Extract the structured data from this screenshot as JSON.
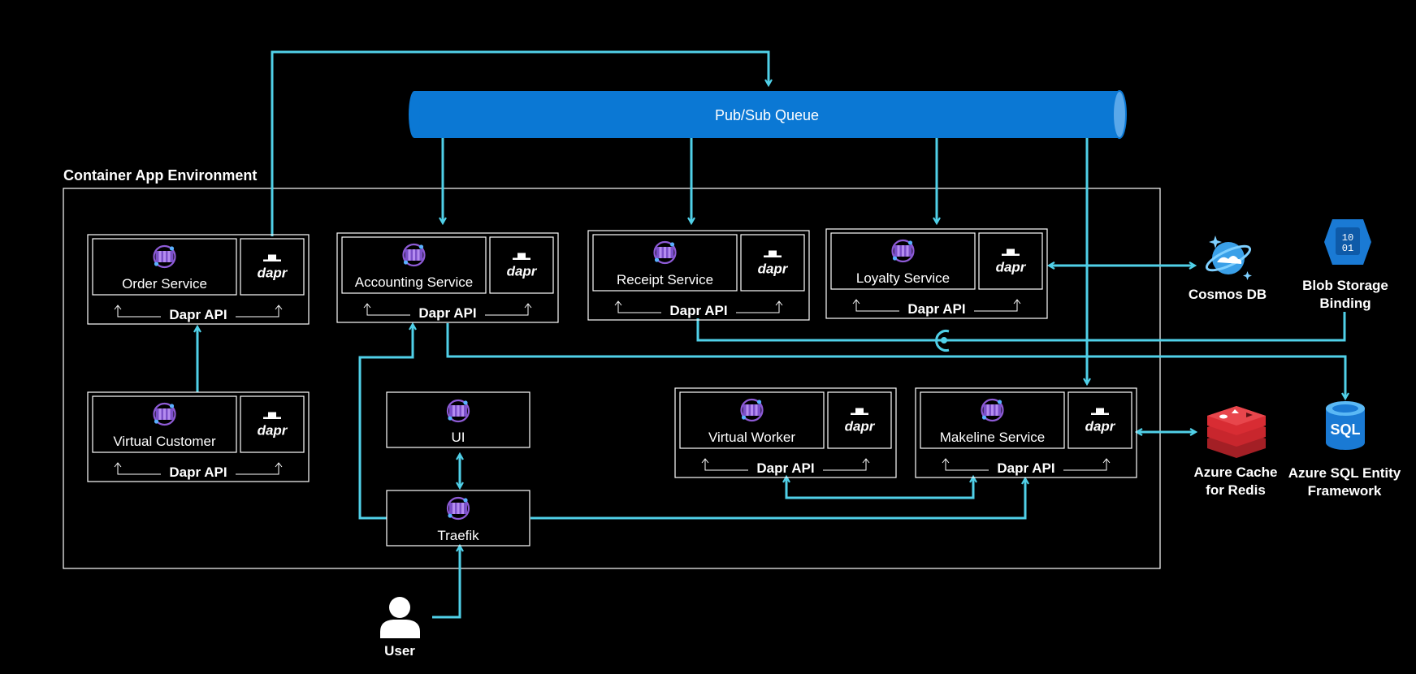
{
  "environment": {
    "label": "Container App Environment"
  },
  "queue": {
    "label": "Pub/Sub Queue",
    "color": "#0b78d4"
  },
  "services": [
    {
      "id": "order",
      "name": "Order Service",
      "api": "Dapr API"
    },
    {
      "id": "accounting",
      "name": "Accounting Service",
      "api": "Dapr API"
    },
    {
      "id": "receipt",
      "name": "Receipt Service",
      "api": "Dapr API"
    },
    {
      "id": "loyalty",
      "name": "Loyalty Service",
      "api": "Dapr API"
    },
    {
      "id": "customer",
      "name": "Virtual Customer",
      "api": "Dapr API"
    },
    {
      "id": "worker",
      "name": "Virtual Worker",
      "api": "Dapr API"
    },
    {
      "id": "makeline",
      "name": "Makeline Service",
      "api": "Dapr API"
    }
  ],
  "dapr_logo_text": "dapr",
  "ui": {
    "label": "UI"
  },
  "traefik": {
    "label": "Traefik"
  },
  "user": {
    "label": "User"
  },
  "externals": {
    "cosmos": {
      "line1": "Cosmos DB",
      "line2": ""
    },
    "blob": {
      "line1": "Blob Storage",
      "line2": "Binding",
      "glyph": "10\n01"
    },
    "redis": {
      "line1": "Azure Cache",
      "line2": "for Redis"
    },
    "sql": {
      "line1": "Azure SQL Entity",
      "line2": "Framework",
      "glyph": "SQL"
    }
  },
  "colors": {
    "connector": "#50d0e8",
    "container_icon": "#8e5bd6",
    "redis": "#c8262d",
    "sql": "#1a7ad4",
    "blob": "#1a7ad4",
    "cosmos": "#3aa0e8"
  }
}
